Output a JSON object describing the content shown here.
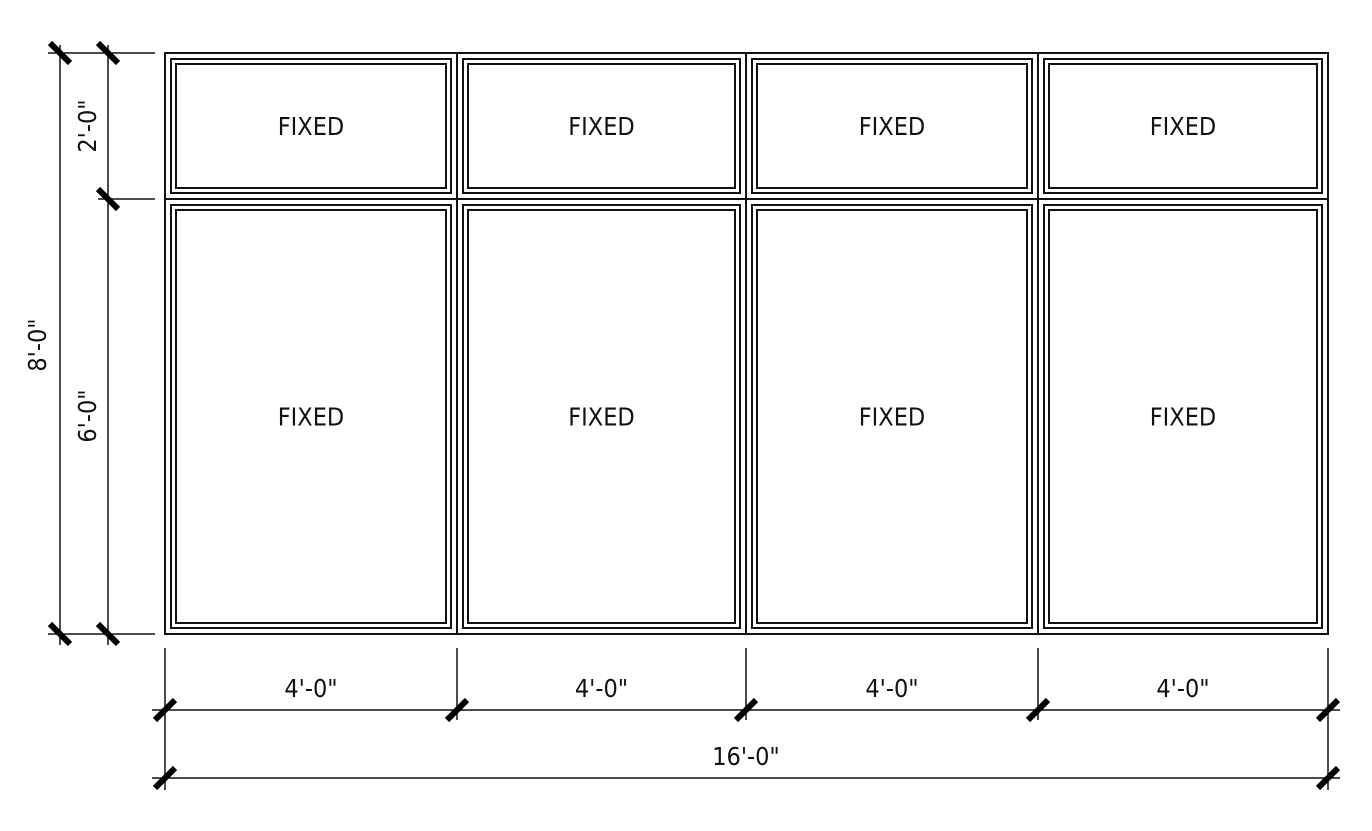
{
  "panels": {
    "top": [
      "FIXED",
      "FIXED",
      "FIXED",
      "FIXED"
    ],
    "bottom": [
      "FIXED",
      "FIXED",
      "FIXED",
      "FIXED"
    ]
  },
  "dimensions": {
    "overall_height": "8'-0\"",
    "transom_height": "2'-0\"",
    "lower_height": "6'-0\"",
    "panel_widths": [
      "4'-0\"",
      "4'-0\"",
      "4'-0\"",
      "4'-0\""
    ],
    "overall_width": "16'-0\""
  }
}
